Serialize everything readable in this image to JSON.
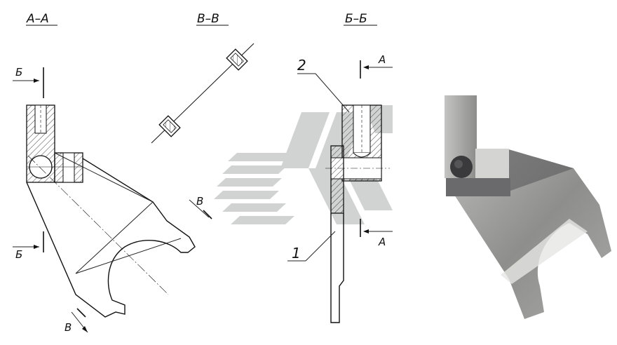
{
  "labels": {
    "section_aa": "А–А",
    "section_vv": "В–В",
    "section_bb": "Б–Б",
    "cut_b_top": "Б",
    "cut_b_bottom": "Б",
    "cut_v_top": "В",
    "cut_v_bottom": "В",
    "cut_a_top": "А",
    "cut_a_bottom": "А",
    "callout_1": "1",
    "callout_2": "2"
  },
  "colors": {
    "ink": "#111111",
    "hatch": "#333333",
    "watermark": "#c9cccb",
    "photo_metal": "#9a9a98",
    "photo_dark": "#3a3a3d"
  },
  "icons": {
    "watermark": "stripe-logo-icon"
  }
}
